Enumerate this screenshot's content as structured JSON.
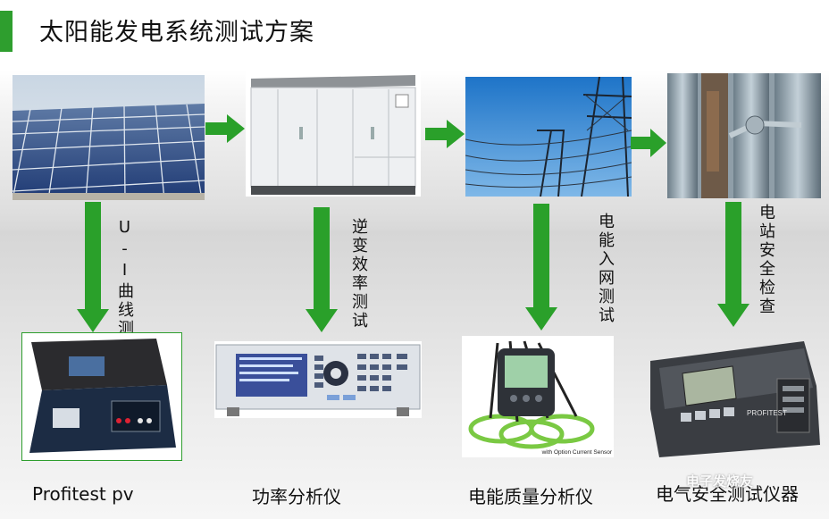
{
  "title": "太阳能发电系统测试方案",
  "colors": {
    "accent": "#2e9e2e",
    "arrow": "#2aa02a"
  },
  "stages": [
    {
      "name": "solar-panels-photo",
      "test": "U-I曲线测试",
      "instrument": "Profitest pv"
    },
    {
      "name": "inverter-cabinet-photo",
      "test": "逆变效率测试",
      "instrument": "功率分析仪"
    },
    {
      "name": "power-lines-photo",
      "test": "电能入网测试",
      "instrument": "电能质量分析仪"
    },
    {
      "name": "corroded-pipe-photo",
      "test": "电站安全检查",
      "instrument": "电气安全测试仪器"
    }
  ],
  "device_labels": {
    "option_sensor": "with Option Current Sensor",
    "profitest": "PROFITEST"
  },
  "watermark": "电子发烧友"
}
